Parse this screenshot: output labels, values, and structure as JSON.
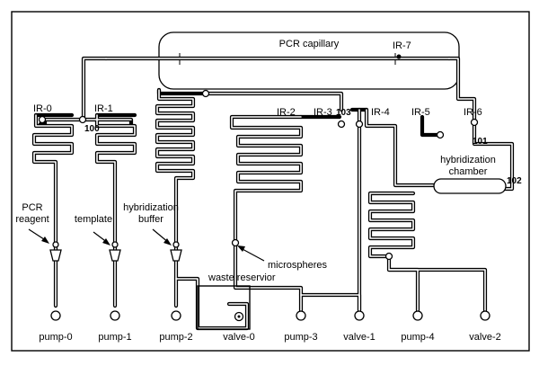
{
  "labels": {
    "pcr_capillary": "PCR capillary",
    "ir0": "IR-0",
    "ir1": "IR-1",
    "ir2": "IR-2",
    "ir3": "IR-3",
    "ir4": "IR-4",
    "ir5": "IR-5",
    "ir6": "IR-6",
    "ir7": "IR-7",
    "n100": "100",
    "n101": "101",
    "n102": "102",
    "n103": "103",
    "pcr_reagent_1": "PCR",
    "pcr_reagent_2": "reagent",
    "template": "template",
    "hyb_buffer_1": "hybridization",
    "hyb_buffer_2": "buffer",
    "hyb_chamber_1": "hybridization",
    "hyb_chamber_2": "chamber",
    "microspheres": "microspheres",
    "waste_reservoir": "waste reservior"
  },
  "ports": [
    "pump-0",
    "pump-1",
    "pump-2",
    "valve-0",
    "pump-3",
    "valve-1",
    "pump-4",
    "valve-2"
  ]
}
